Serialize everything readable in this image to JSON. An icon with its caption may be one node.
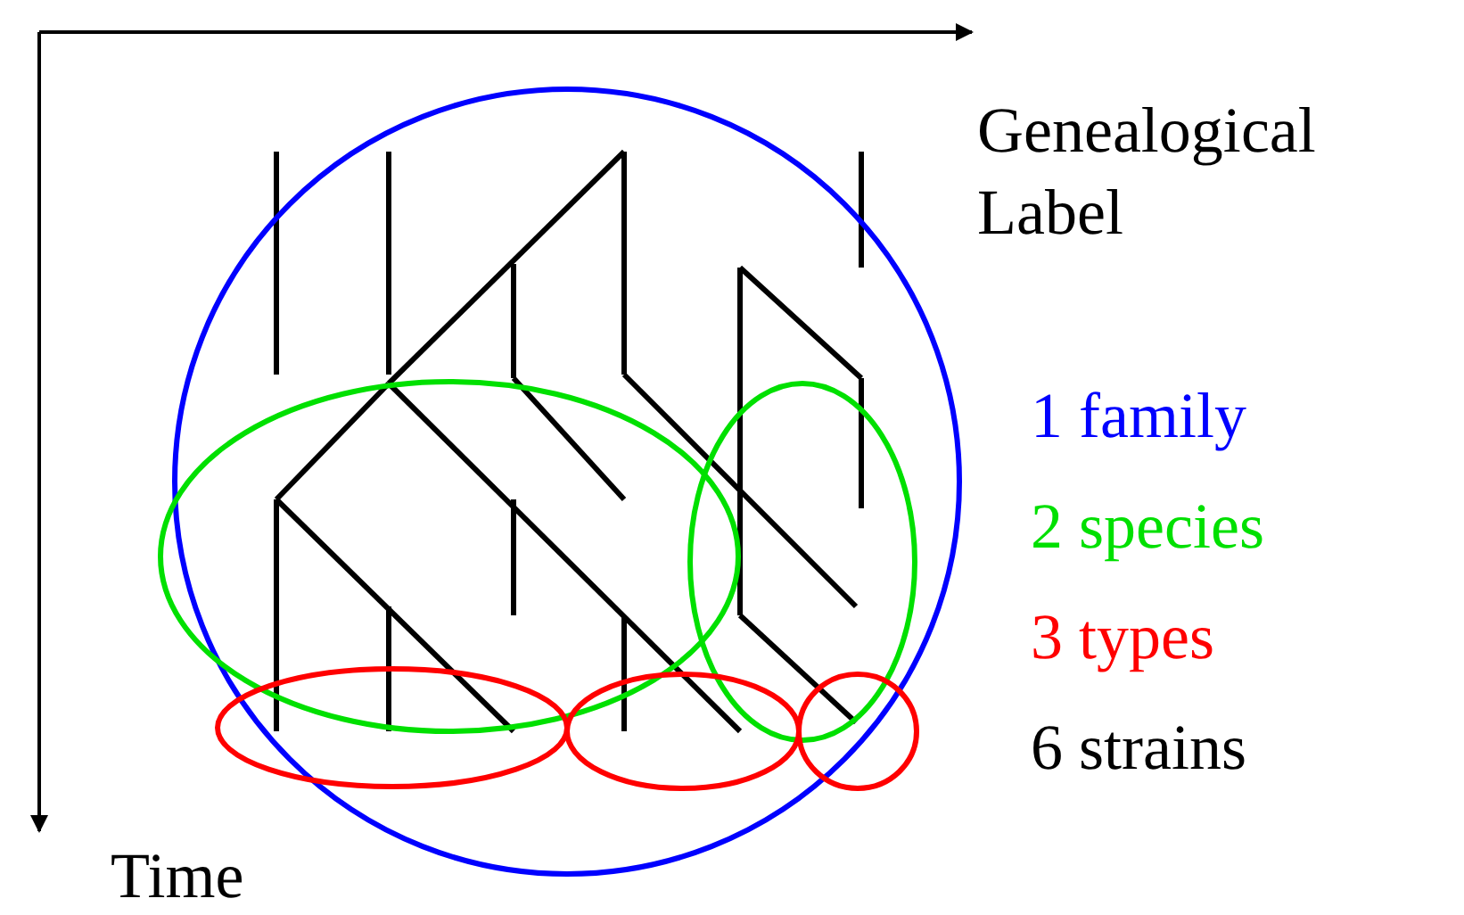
{
  "diagram": {
    "labels": [
      "Genealogical Label",
      "Time"
    ],
    "legend": [
      {
        "text": "1 family",
        "color": "#0000ff"
      },
      {
        "text": "2 species",
        "color": "#00e000"
      },
      {
        "text": "3 types",
        "color": "#ff0000"
      },
      {
        "text": "6 strains",
        "color": "#000000"
      }
    ]
  }
}
